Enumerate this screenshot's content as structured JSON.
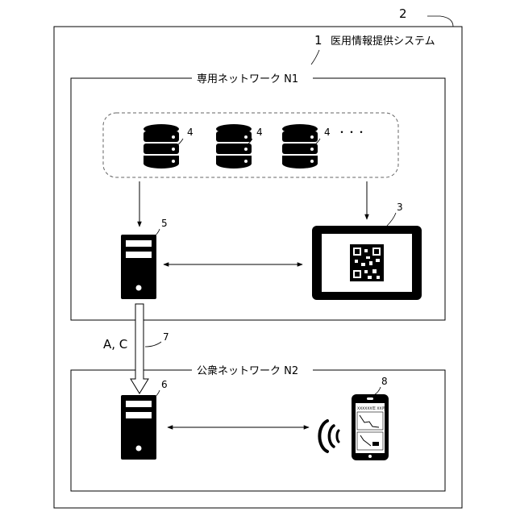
{
  "figure": {
    "ref_outer": "2",
    "system": {
      "ref": "1",
      "title": "医用情報提供システム"
    },
    "network_n1": {
      "label": "専用ネットワーク N1"
    },
    "network_n2": {
      "label": "公衆ネットワーク N2"
    },
    "databases": {
      "ref": "4",
      "ellipsis": "・・・"
    },
    "server_5": {
      "ref": "5"
    },
    "display_3": {
      "ref": "3"
    },
    "server_6": {
      "ref": "6"
    },
    "link_7": {
      "ref": "7",
      "text": "A, C"
    },
    "smartphone_8": {
      "ref": "8",
      "screen_text": "XXXXXX年 XX月"
    }
  }
}
